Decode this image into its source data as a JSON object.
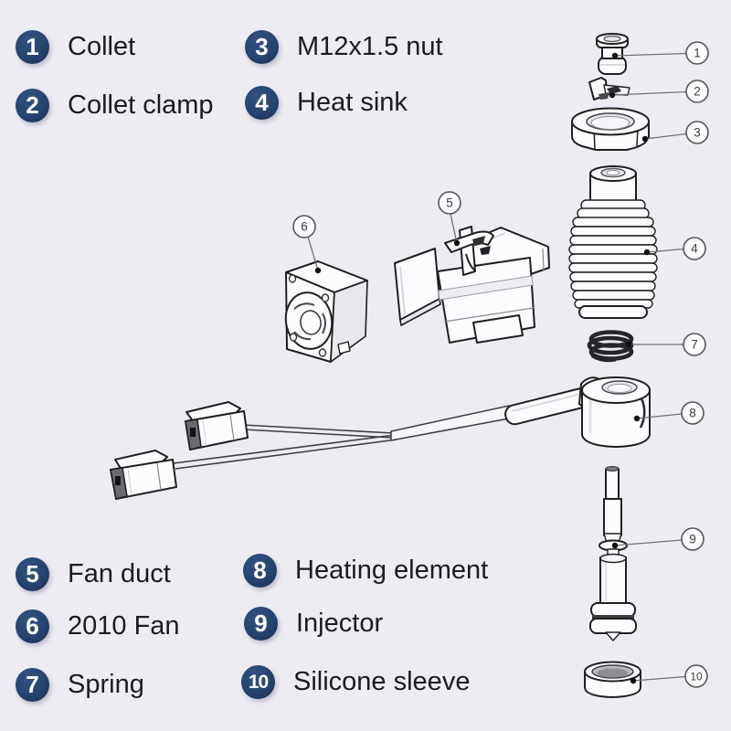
{
  "colors": {
    "background": "#edecf3",
    "badge": "#254470",
    "badge_text": "#ffffff",
    "label_text": "#1c1c1c",
    "part_outline": "#1f1f1f",
    "callout_stroke": "#55555c",
    "leader_line": "#707076"
  },
  "legend": {
    "items": [
      {
        "num": "1",
        "label": "Collet"
      },
      {
        "num": "2",
        "label": "Collet clamp"
      },
      {
        "num": "3",
        "label": "M12x1.5 nut"
      },
      {
        "num": "4",
        "label": "Heat sink"
      },
      {
        "num": "5",
        "label": "Fan duct"
      },
      {
        "num": "6",
        "label": "2010 Fan"
      },
      {
        "num": "7",
        "label": "Spring"
      },
      {
        "num": "8",
        "label": "Heating element"
      },
      {
        "num": "9",
        "label": "Injector"
      },
      {
        "num": "10",
        "label": "Silicone sleeve"
      }
    ]
  },
  "callouts": [
    {
      "num": "1",
      "part": "Collet"
    },
    {
      "num": "2",
      "part": "Collet clamp"
    },
    {
      "num": "3",
      "part": "M12x1.5 nut"
    },
    {
      "num": "4",
      "part": "Heat sink"
    },
    {
      "num": "5",
      "part": "Fan duct"
    },
    {
      "num": "6",
      "part": "2010 Fan"
    },
    {
      "num": "7",
      "part": "Spring"
    },
    {
      "num": "8",
      "part": "Heating element"
    },
    {
      "num": "9",
      "part": "Injector"
    },
    {
      "num": "10",
      "part": "Silicone sleeve"
    }
  ]
}
